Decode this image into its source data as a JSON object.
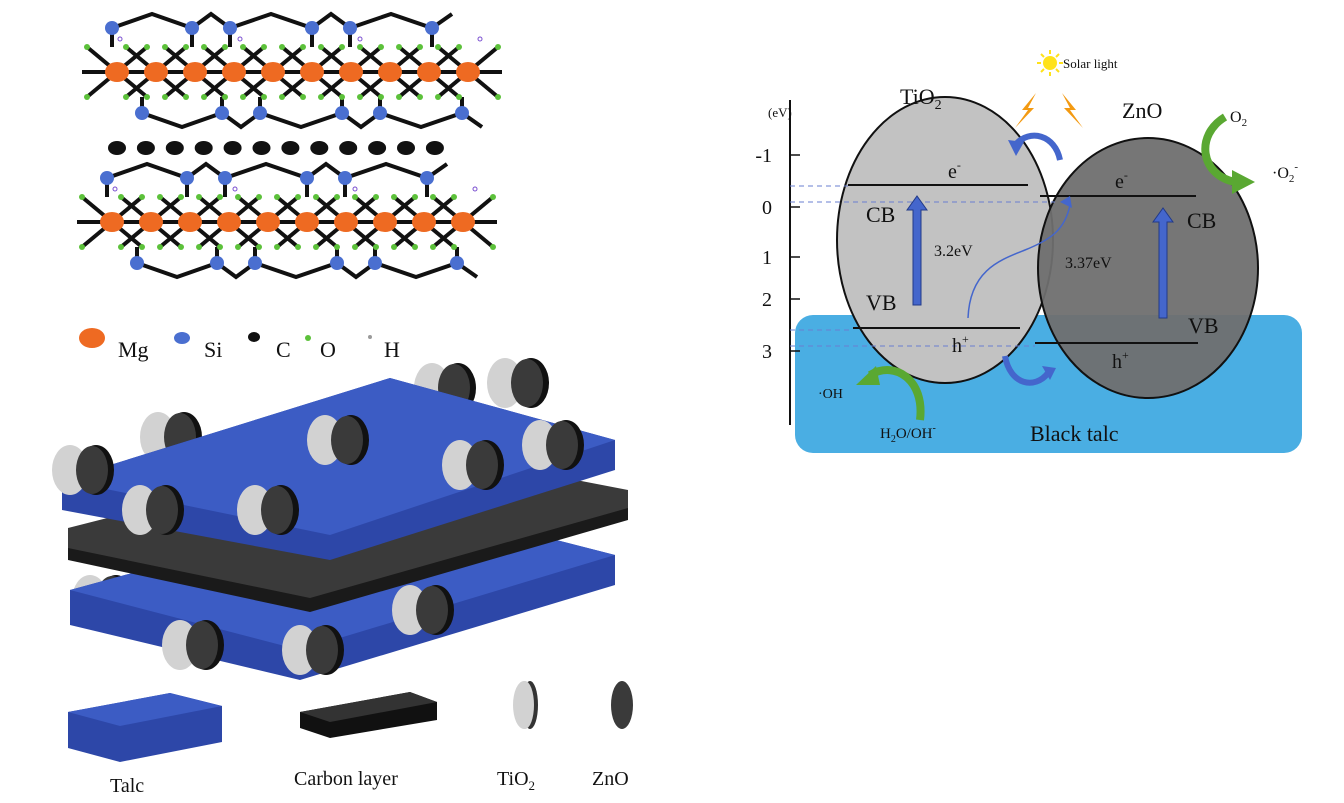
{
  "structure": {
    "legend": [
      {
        "symbol": "Mg",
        "label": "Mg",
        "color": "#ee6a22"
      },
      {
        "symbol": "Si",
        "label": "Si",
        "color": "#4a6fd0"
      },
      {
        "symbol": "C",
        "label": "C",
        "color": "#111111"
      },
      {
        "symbol": "O",
        "label": "O",
        "color": "#5cc13a"
      },
      {
        "symbol": "H",
        "label": "H",
        "color": "#9a9a9a"
      }
    ]
  },
  "composite": {
    "legend": {
      "talc": "Talc",
      "carbon": "Carbon layer",
      "tio2": "TiO",
      "tio2_sub": "2",
      "zno": "ZnO"
    },
    "colors": {
      "talc": "#3c5cc4",
      "carbon": "#1a1a1a",
      "tio2": "#d2d2d2",
      "zno": "#3a3a3a"
    }
  },
  "band_diagram": {
    "axis_unit": "(eV)",
    "ticks": [
      "-1",
      "0",
      "1",
      "2",
      "3"
    ],
    "tio2": {
      "name": "TiO",
      "sub": "2",
      "electron": "e",
      "e_sup": "-",
      "cb": "CB",
      "vb": "VB",
      "gap": "3.2eV",
      "hole": "h",
      "h_sup": "+"
    },
    "zno": {
      "name": "ZnO",
      "electron": "e",
      "e_sup": "-",
      "cb": "CB",
      "vb": "VB",
      "gap": "3.37eV",
      "hole": "h",
      "h_sup": "+"
    },
    "solar": "Solar light",
    "o2": "O",
    "o2_sub": "2",
    "superoxide": "·O",
    "superoxide_sub": "2",
    "superoxide_sup": "-",
    "oh": "·OH",
    "h2o_a": "H",
    "h2o_sub": "2",
    "h2o_b": "O/OH",
    "h2o_sup": "-",
    "substrate": "Black talc",
    "colors": {
      "substrate": "#4aaee3",
      "tio2": "#c2c2c2",
      "zno": "#6f6f6f",
      "arrow": "#4466cc",
      "green": "#5aa832"
    }
  }
}
